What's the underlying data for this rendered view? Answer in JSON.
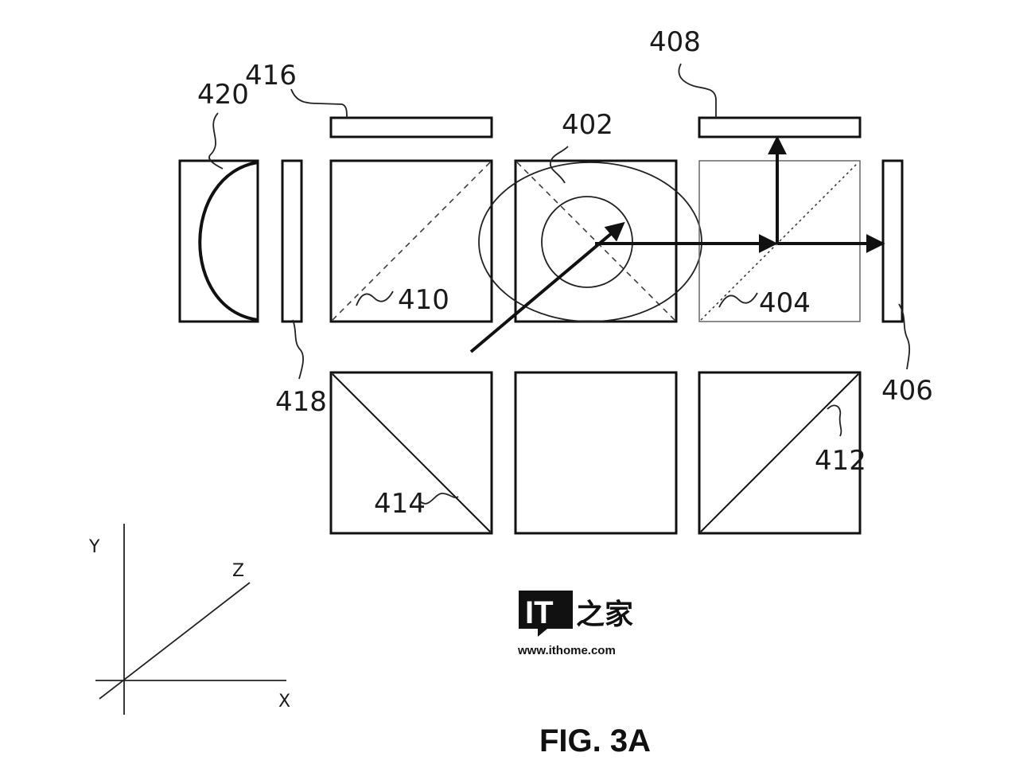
{
  "figure": {
    "caption": "FIG. 3A",
    "reference_numerals": {
      "r402": "402",
      "r404": "404",
      "r406": "406",
      "r408": "408",
      "r410": "410",
      "r412": "412",
      "r414": "414",
      "r416": "416",
      "r418": "418",
      "r420": "420"
    },
    "axes": {
      "x": "X",
      "y": "Y",
      "z": "Z"
    }
  },
  "watermark": {
    "logo_text": "IT",
    "logo_chinese": "之家",
    "url": "www.ithome.com"
  },
  "colors": {
    "ink": "#1a1a1a",
    "background": "#ffffff"
  }
}
